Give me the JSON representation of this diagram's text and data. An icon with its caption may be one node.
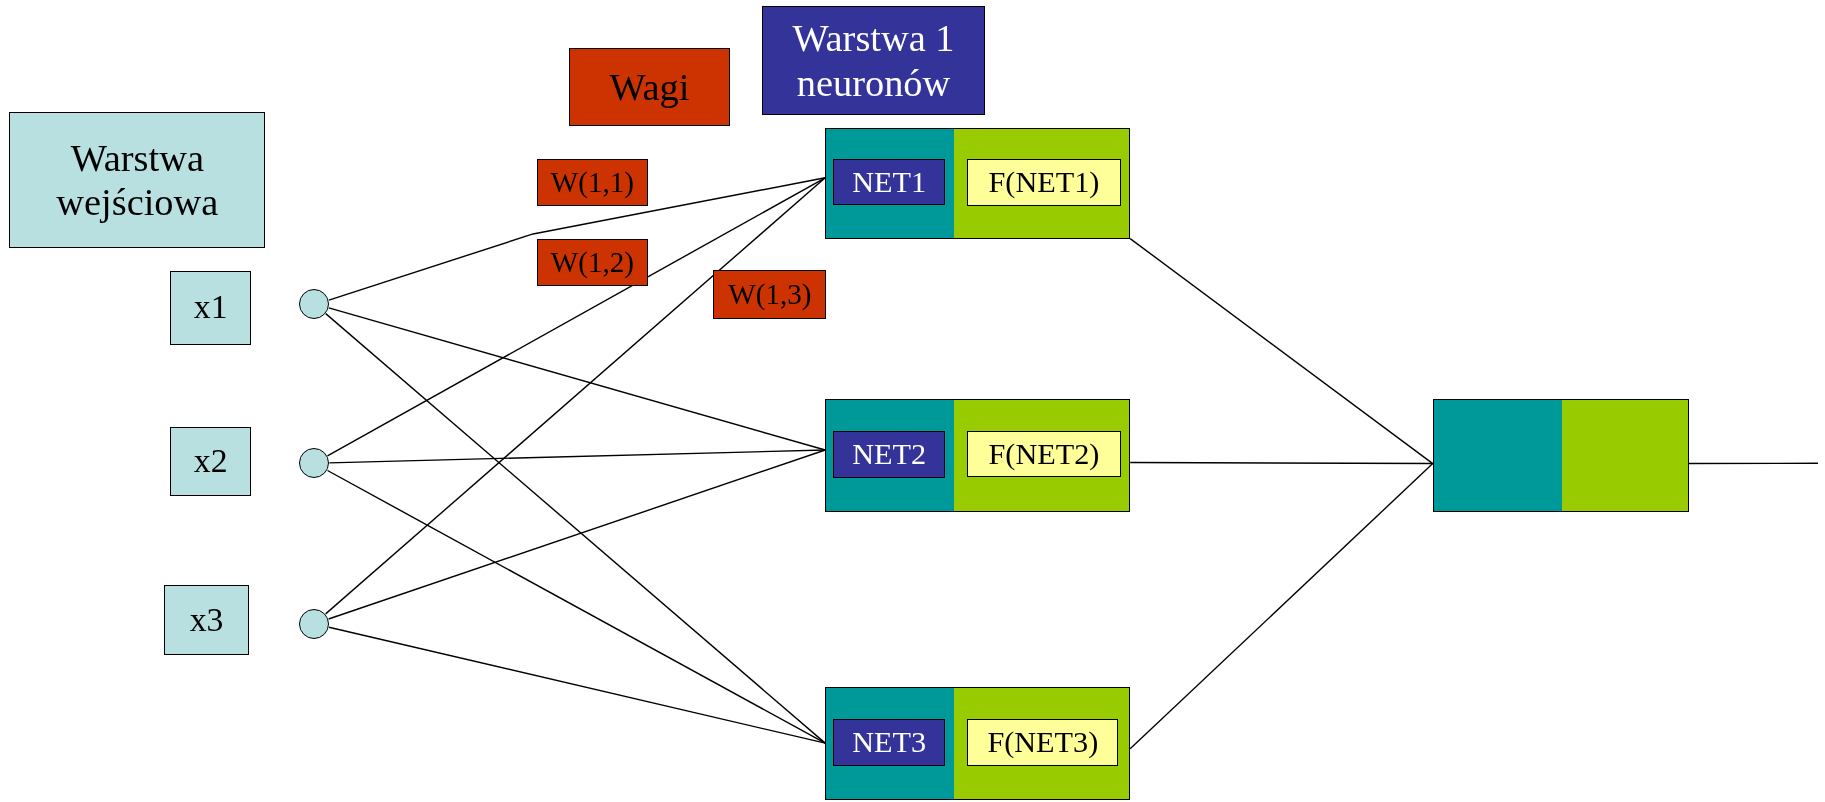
{
  "diagram": {
    "nodes": [
      {
        "text": [
          "Warstwa 1 neuronów"
        ]
      },
      {
        "text": [
          "Wagi"
        ]
      },
      {
        "text": [
          "Warstwa wejściowa"
        ]
      },
      {
        "text": [
          "x1"
        ]
      },
      {
        "text": [
          "x2"
        ]
      },
      {
        "text": [
          "x3"
        ]
      },
      {
        "text": [],
        "shape": "circle"
      },
      {
        "text": [],
        "shape": "circle"
      },
      {
        "text": [],
        "shape": "circle"
      },
      {
        "text": [],
        "shape": "box"
      },
      {
        "text": [
          "NET1"
        ],
        "in": 9
      },
      {
        "text": [
          "F(NET1)"
        ],
        "in": 9
      },
      {
        "text": [
          "W(1,1)"
        ]
      },
      {
        "text": [
          "W(1,2)"
        ]
      },
      {
        "text": [
          "W(1,3)"
        ]
      },
      {
        "text": [],
        "shape": "box"
      },
      {
        "text": [
          "NET2"
        ],
        "in": 15
      },
      {
        "text": [
          "F(NET2)"
        ],
        "in": 15
      },
      {
        "text": [],
        "shape": "box"
      },
      {
        "text": [
          "NET3"
        ],
        "in": 18
      },
      {
        "text": [
          "F(NET3)"
        ],
        "in": 18
      },
      {
        "text": [],
        "shape": "box"
      }
    ],
    "edges": [
      {
        "from": 6,
        "to": 9,
        "arrow": "none"
      },
      {
        "from": 6,
        "to": 15,
        "arrow": "none"
      },
      {
        "from": 6,
        "to": 18,
        "arrow": "none"
      },
      {
        "from": 7,
        "to": 9,
        "arrow": "none"
      },
      {
        "from": 7,
        "to": 15,
        "arrow": "none"
      },
      {
        "from": 7,
        "to": 18,
        "arrow": "none"
      },
      {
        "from": 8,
        "to": 9,
        "arrow": "none"
      },
      {
        "from": 8,
        "to": 15,
        "arrow": "none"
      },
      {
        "from": 8,
        "to": 18,
        "arrow": "none"
      },
      {
        "from": 9,
        "to": 21,
        "arrow": "none"
      },
      {
        "from": 15,
        "to": 21,
        "arrow": "none"
      },
      {
        "from": 18,
        "to": 21,
        "arrow": "none"
      },
      {
        "from": 21,
        "to": null,
        "arrow": "none"
      }
    ]
  }
}
